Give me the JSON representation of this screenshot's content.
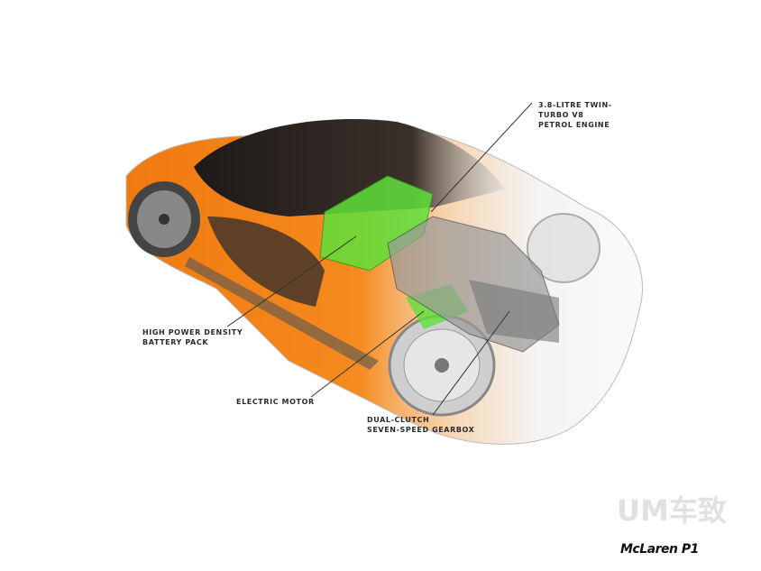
{
  "labels": {
    "engine": "3.8-LITRE TWIN-\nTURBO V8\nPETROL ENGINE",
    "battery": "HIGH POWER DENSITY\nBATTERY PACK",
    "motor": "ELECTRIC MOTOR",
    "gearbox": "DUAL-CLUTCH\nSEVEN-SPEED GEARBOX"
  },
  "branding": {
    "logo": "McLaren P1",
    "watermark": "UM车致"
  },
  "colors": {
    "body": "#f07a10",
    "battery": "#5fe03a",
    "canopy": "#2a2420"
  }
}
